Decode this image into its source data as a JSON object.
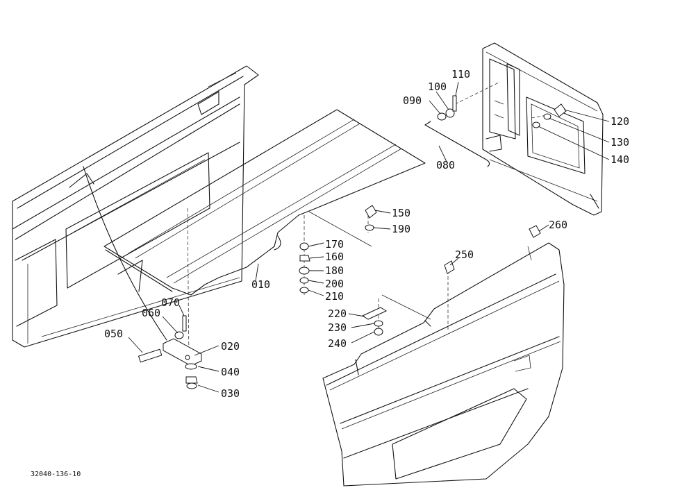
{
  "labels": {
    "p010": "010",
    "p020": "020",
    "p030": "030",
    "p040": "040",
    "p050": "050",
    "p060": "060",
    "p070": "070",
    "p080": "080",
    "p090": "090",
    "p100": "100",
    "p110": "110",
    "p120": "120",
    "p130": "130",
    "p140": "140",
    "p150": "150",
    "p160": "160",
    "p170": "170",
    "p180": "180",
    "p190": "190",
    "p200": "200",
    "p210": "210",
    "p220": "220",
    "p230": "230",
    "p240": "240",
    "p250": "250",
    "p260": "260"
  },
  "drawing_ref": "32040-136-10"
}
